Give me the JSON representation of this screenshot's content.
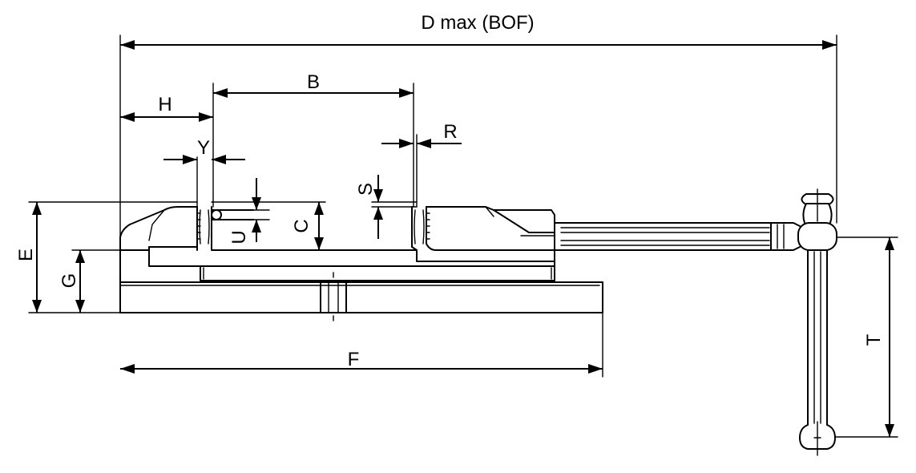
{
  "labels": {
    "d_max": "D max (BOF)",
    "h": "H",
    "b": "B",
    "y": "Y",
    "r": "R",
    "s": "S",
    "u": "U",
    "c": "C",
    "e": "E",
    "g": "G",
    "f": "F",
    "t": "T"
  }
}
